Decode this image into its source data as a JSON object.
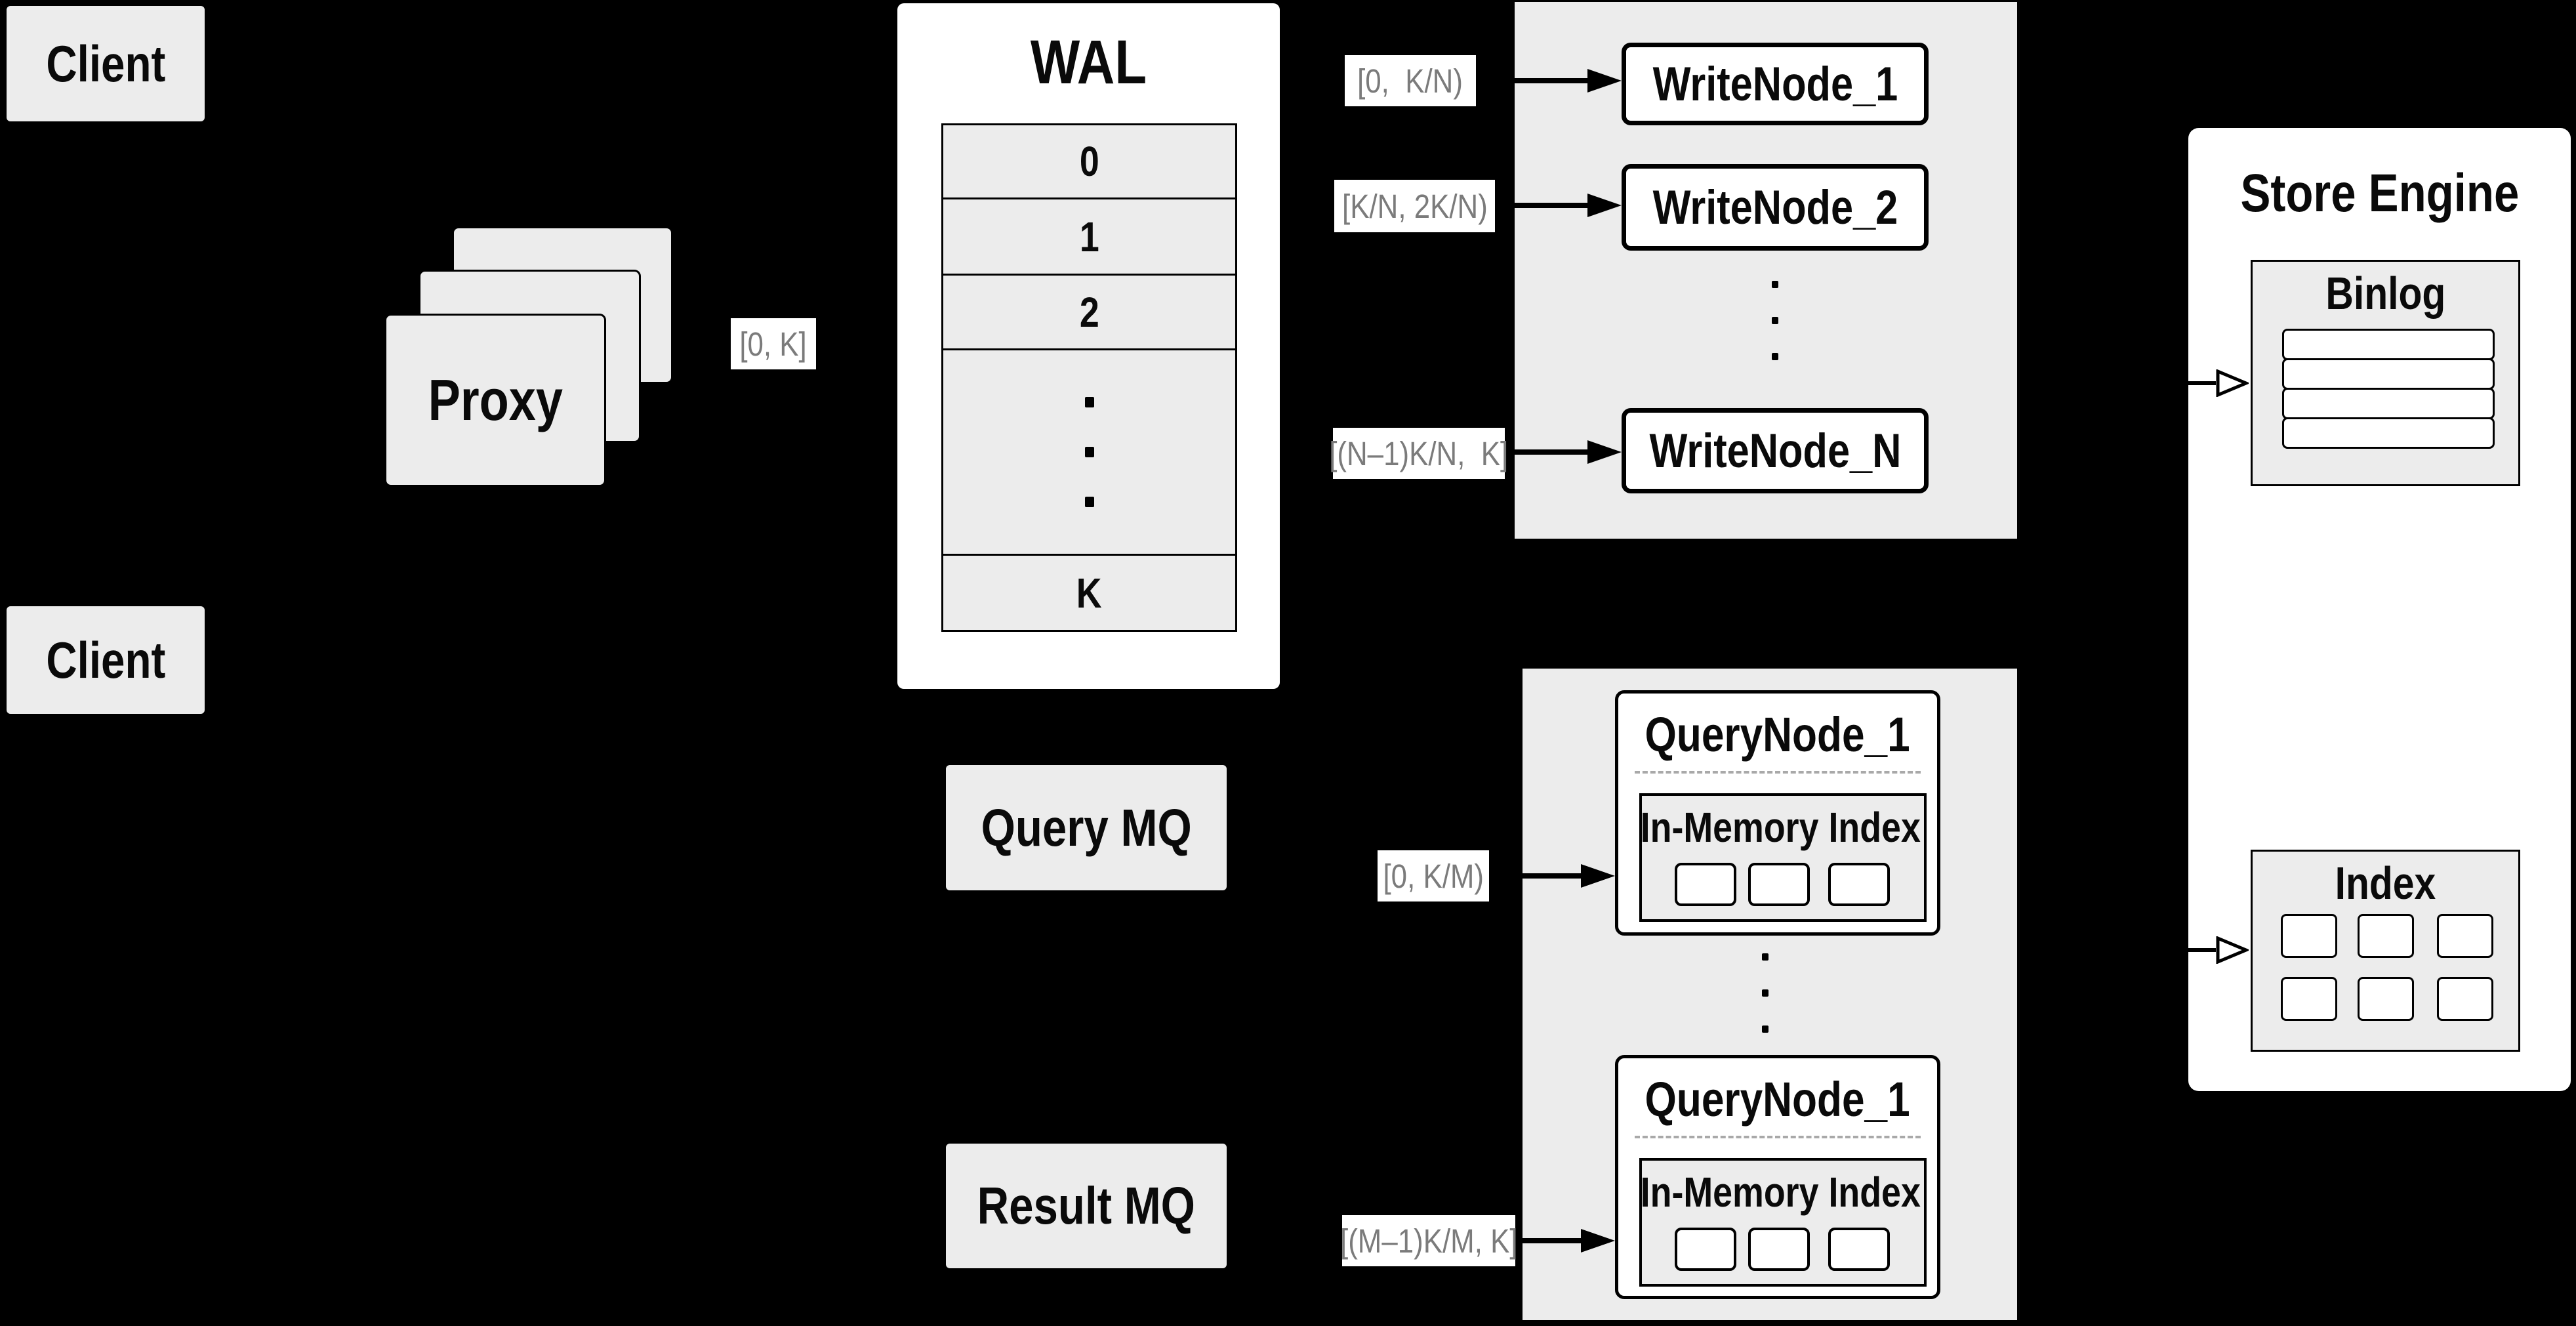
{
  "clients": {
    "top": "Client",
    "bottom": "Client"
  },
  "proxy": {
    "label": "Proxy"
  },
  "wal": {
    "title": "WAL",
    "segments": [
      "0",
      "1",
      "2"
    ],
    "last_segment": "K"
  },
  "range_labels": {
    "proxy_out": "[0, K]",
    "write_node_1": "[0,  K/N)",
    "write_node_2": "[K/N, 2K/N)",
    "write_node_n": "[(N–1)K/N,  K]",
    "query_node_1": "[0, K/M)",
    "query_node_m": "[(M–1)K/M, K]"
  },
  "write_nodes": {
    "node1": "WriteNode_1",
    "node2": "WriteNode_2",
    "nodeN": "WriteNode_N"
  },
  "mq": {
    "query": "Query MQ",
    "result": "Result MQ"
  },
  "query_nodes": {
    "node1": {
      "title": "QueryNode_1",
      "index_label": "In-Memory Index"
    },
    "node2": {
      "title": "QueryNode_1",
      "index_label": "In-Memory Index"
    }
  },
  "store_engine": {
    "title": "Store Engine",
    "binlog_label": "Binlog",
    "index_label": "Index"
  },
  "colors": {
    "background": "#000000",
    "panel_fill": "#ececec",
    "node_fill": "#ffffff",
    "border": "#000000",
    "range_label_text": "#7b7b7b"
  }
}
